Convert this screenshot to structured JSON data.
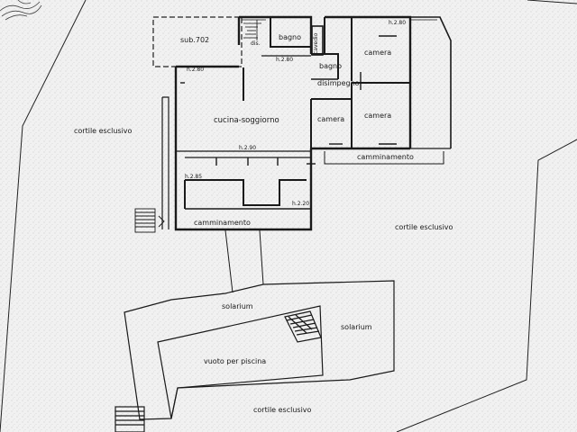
{
  "labels": {
    "sub": "sub.702",
    "dis": "dis.",
    "bagno_top": "bagno",
    "cavedio": "cavedio",
    "bagno_mid": "bagno",
    "camera_tr": "camera",
    "disimpegno": "disimpegno",
    "camera_ml": "camera",
    "camera_mr": "camera",
    "cucina": "cucina-soggiorno",
    "cortile_left": "cortile esclusivo",
    "cortile_right": "cortile esclusivo",
    "cortile_bottom": "cortile esclusivo",
    "camminamento_right": "camminamento",
    "camminamento_left": "camminamento",
    "solarium_top": "solarium",
    "solarium_right": "solarium",
    "vuoto": "vuoto per piscina"
  },
  "heights": {
    "h_cucina": "h.2.80",
    "h_mid": "h.2.80",
    "h_camera": "h.2.80",
    "h_corridor": "h.2.90",
    "h_left": "h.2.85",
    "h_bottom": "h.2.20"
  },
  "colors": {
    "background": "#f4f4f4",
    "ink": "#1a1a1a"
  }
}
